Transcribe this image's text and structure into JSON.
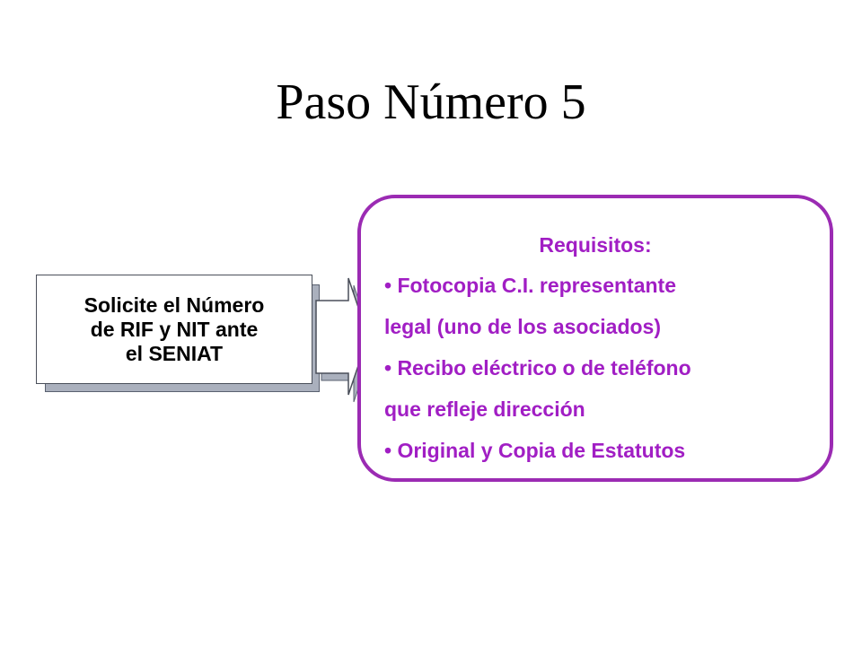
{
  "title": "Paso Número 5",
  "step": {
    "text": "Solicite el Número\nde RIF y NIT ante\nel SENIAT"
  },
  "requirements": {
    "heading": "Requisitos:",
    "lines": [
      "• Fotocopia C.I. representante",
      "legal (uno de los asociados)",
      "• Recibo eléctrico o de teléfono",
      "que refleje dirección",
      "• Original y Copia de Estatutos"
    ]
  },
  "colors": {
    "accent": "#a11ec4",
    "border": "#9b2bb3",
    "shadow": "#aab0bd"
  }
}
